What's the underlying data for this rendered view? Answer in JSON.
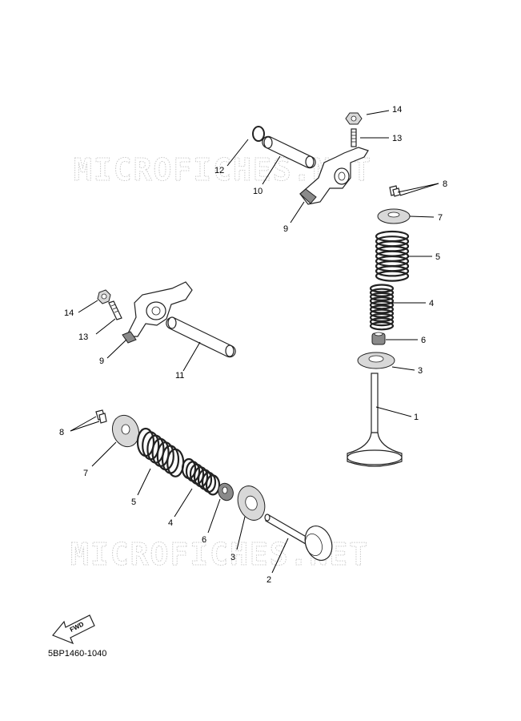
{
  "watermark": "MICROFICHES.NET",
  "fwd_label": "FWD",
  "diagram_code": "5BP1460-1040",
  "callouts": {
    "c1": "1",
    "c2": "2",
    "c3a": "3",
    "c3b": "3",
    "c4a": "4",
    "c4b": "4",
    "c5a": "5",
    "c5b": "5",
    "c6a": "6",
    "c6b": "6",
    "c7a": "7",
    "c7b": "7",
    "c8a": "8",
    "c8b": "8",
    "c9a": "9",
    "c9b": "9",
    "c10": "10",
    "c11": "11",
    "c12": "12",
    "c13a": "13",
    "c13b": "13",
    "c14a": "14",
    "c14b": "14"
  }
}
